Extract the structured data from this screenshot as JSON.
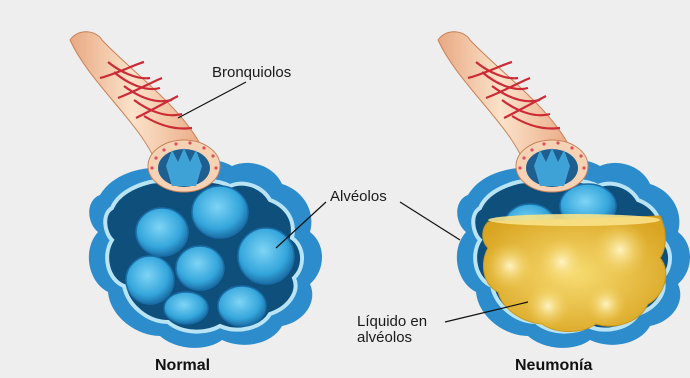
{
  "labels": {
    "bronchioles": "Bronquiolos",
    "alveoli": "Alvéolos",
    "fluid_line1": "Líquido en",
    "fluid_line2": "alvéolos"
  },
  "captions": {
    "normal": "Normal",
    "pneumonia": "Neumonía"
  },
  "colors": {
    "background": "#eeeeee",
    "tissue_blue": "#2a8fcf",
    "alveolus_blue": "#3fb3e6",
    "fluid_yellow": "#f0c239",
    "bronchiole_tan": "#f2c39b",
    "muscle_red": "#cc2b36"
  }
}
